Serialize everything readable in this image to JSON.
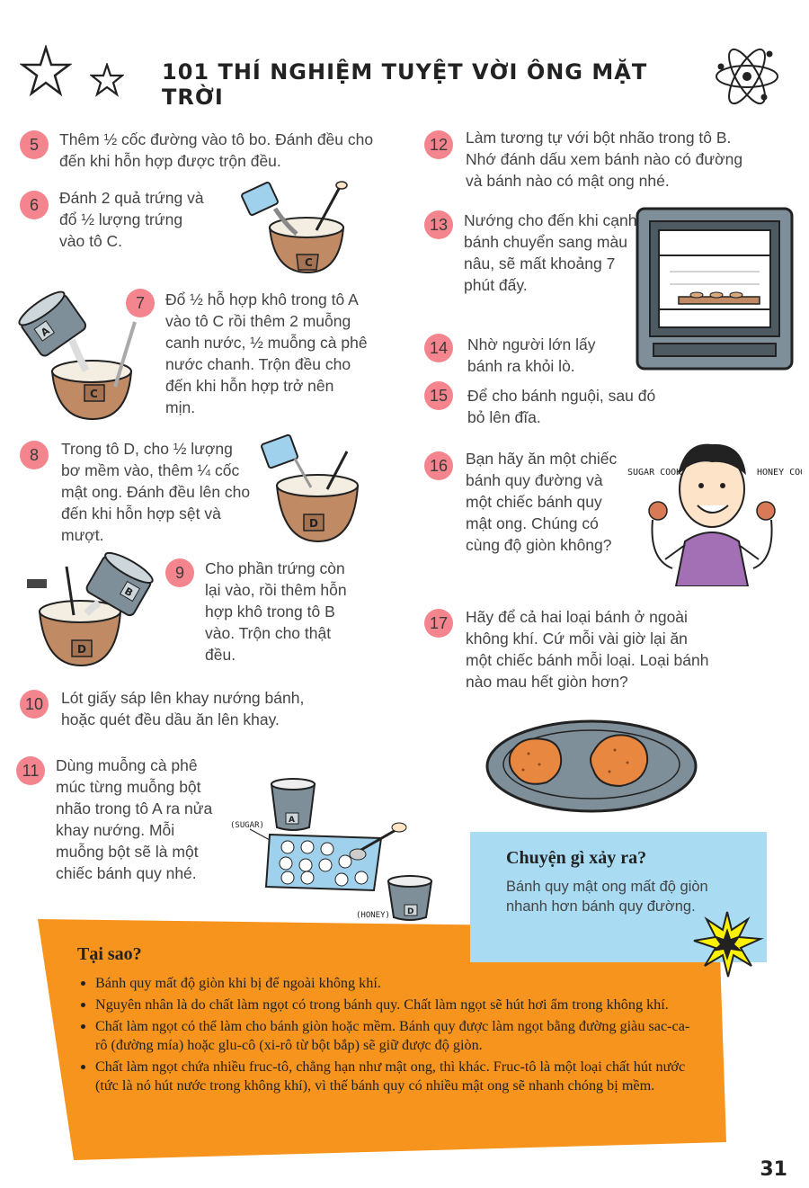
{
  "header": {
    "title": "101 THÍ NGHIỆM TUYỆT VỜI ÔNG MẶT TRỜI"
  },
  "steps": [
    {
      "num": "5",
      "text": "Thêm ½ cốc đường vào tô bo. Đánh đều cho đến khi hỗn hợp được trộn đều."
    },
    {
      "num": "6",
      "text": "Đánh 2 quả trứng và đổ ½ lượng trứng vào tô C."
    },
    {
      "num": "7",
      "text": "Đổ ½ hỗ hợp khô trong tô A vào tô C rồi thêm 2 muỗng canh nước, ½ muỗng cà phê nước chanh. Trộn đều cho đến khi hỗn hợp trở nên mịn."
    },
    {
      "num": "8",
      "text": "Trong tô D, cho ½ lượng bơ mềm vào, thêm ¼ cốc mật ong. Đánh đều lên cho đến khi hỗn hợp sệt và mượt."
    },
    {
      "num": "9",
      "text": "Cho phần trứng còn lại vào, rồi thêm hỗn hợp khô trong tô B vào. Trộn cho thật đều."
    },
    {
      "num": "10",
      "text": "Lót giấy sáp lên khay nướng bánh, hoặc quét đều dầu ăn lên khay."
    },
    {
      "num": "11",
      "text": "Dùng muỗng cà phê múc từng muỗng bột nhão trong tô A ra nửa khay nướng. Mỗi muỗng bột sẽ là một chiếc bánh quy nhé."
    },
    {
      "num": "12",
      "text": "Làm tương tự với bột nhão trong tô B. Nhớ đánh dấu xem bánh nào có đường và bánh nào có mật ong nhé."
    },
    {
      "num": "13",
      "text": "Nướng cho đến khi cạnh bánh chuyển sang màu nâu, sẽ mất khoảng 7 phút đấy."
    },
    {
      "num": "14",
      "text": "Nhờ người lớn lấy bánh ra khỏi lò."
    },
    {
      "num": "15",
      "text": "Để cho bánh nguội, sau đó bỏ lên đĩa."
    },
    {
      "num": "16",
      "text": "Bạn hãy ăn một chiếc bánh quy đường và một chiếc bánh quy mật ong. Chúng có cùng độ giòn không?"
    },
    {
      "num": "17",
      "text": "Hãy để cả hai loại bánh ở ngoài không khí. Cứ mỗi vài giờ lại ăn một chiếc bánh mỗi loại. Loại bánh nào mau hết giòn hơn?"
    }
  ],
  "illustrations": {
    "bowl_c": "C",
    "bowl_a": "A",
    "bowl_d": "D",
    "bowl_b": "B",
    "sugar_label": "(SUGAR)",
    "honey_label": "(HONEY)",
    "sugar_cookie": "SUGAR COOKIE",
    "honey_cookie": "HONEY COOKIE"
  },
  "happened": {
    "title": "Chuyện gì xảy ra?",
    "text": "Bánh quy mật ong mất độ giòn nhanh hơn bánh quy đường."
  },
  "why": {
    "title": "Tại sao?",
    "items": [
      "Bánh quy mất độ giòn khi bị để ngoài không khí.",
      "Nguyên nhân là do chất làm ngọt có trong bánh quy. Chất làm ngọt sẽ hút hơi ẩm trong không khí.",
      "Chất làm ngọt có thể làm cho bánh giòn hoặc mềm. Bánh quy được làm ngọt bằng đường giàu sac-ca-rô (đường mía) hoặc glu-cô (xi-rô từ bột bắp) sẽ giữ được độ giòn.",
      "Chất làm ngọt chứa nhiều fruc-tô, chẳng hạn như mật ong, thì khác. Fruc-tô là một loại chất hút nước (tức là nó hút nước trong không khí), vì thế bánh quy có nhiều mật ong sẽ nhanh chóng bị mềm."
    ]
  },
  "page_number": "31",
  "colors": {
    "number_circle": "#f4858e",
    "why_box": "#f7941d",
    "happened_box": "#a9dcf3",
    "bowl": "#c08a64"
  }
}
